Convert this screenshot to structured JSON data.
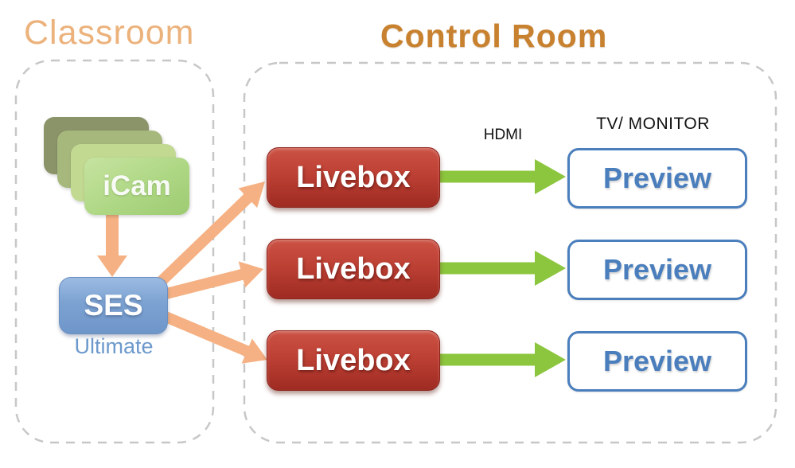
{
  "diagram": {
    "classroom": {
      "title": "Classroom",
      "camera_stack": {
        "label": "iCam",
        "card_count": 4
      },
      "ses": {
        "label": "SES",
        "sublabel": "Ultimate"
      }
    },
    "control_room": {
      "title": "Control Room",
      "hdmi_label": "HDMI",
      "monitor_label": "TV/ MONITOR",
      "rows": [
        {
          "livebox_label": "Livebox",
          "preview_label": "Preview"
        },
        {
          "livebox_label": "Livebox",
          "preview_label": "Preview"
        },
        {
          "livebox_label": "Livebox",
          "preview_label": "Preview"
        }
      ]
    },
    "connections": [
      {
        "from": "icam",
        "to": "ses",
        "color": "orange"
      },
      {
        "from": "ses",
        "to": "livebox-1",
        "color": "orange"
      },
      {
        "from": "ses",
        "to": "livebox-2",
        "color": "orange"
      },
      {
        "from": "ses",
        "to": "livebox-3",
        "color": "orange"
      },
      {
        "from": "livebox-1",
        "to": "preview-1",
        "color": "green",
        "label": "HDMI"
      },
      {
        "from": "livebox-2",
        "to": "preview-2",
        "color": "green"
      },
      {
        "from": "livebox-3",
        "to": "preview-3",
        "color": "green"
      }
    ],
    "colors": {
      "classroom_title": "#ecb27c",
      "control_room_title": "#c8822f",
      "orange_arrow": "#f5b183",
      "green_arrow": "#8cc63e",
      "livebox_red": "#b53a2e",
      "preview_blue": "#4a7ebc",
      "ses_blue": "#7ca2d2",
      "icam_green": "#aed784",
      "boundary_gray": "#c7c7c7"
    }
  }
}
